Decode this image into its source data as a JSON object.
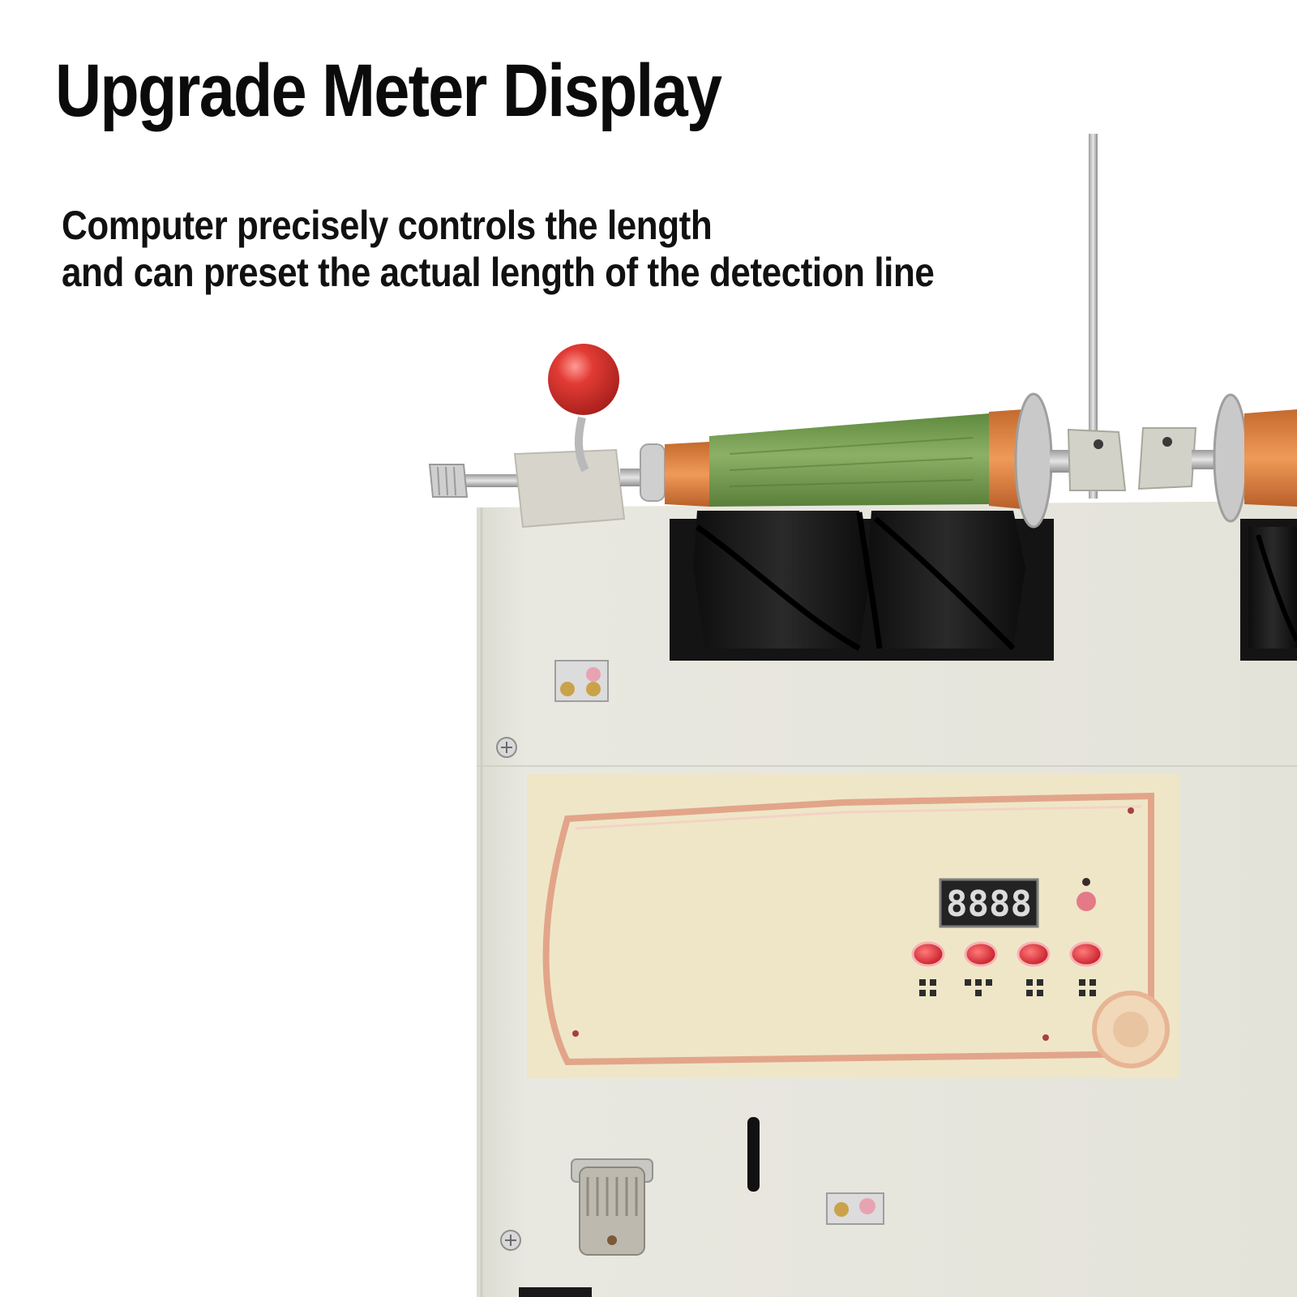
{
  "caption": {
    "title": "Upgrade Meter Display",
    "line1": "Computer precisely controls the length",
    "line2": "and can preset the actual length of the detection line"
  },
  "meter": {
    "readout": "8888"
  },
  "colors": {
    "thread": "#7ea356",
    "spool_end": "#e38a4a",
    "knob": "#e23b35",
    "machine_body": "#e9e8e0",
    "panel": "#efe6c6",
    "panel_trace": "#e2a58a",
    "roller": "#1a1a1a",
    "button": "#e0333a",
    "display_bg": "#232323"
  },
  "icons": {
    "knob": "red-ball-knob-icon",
    "screw": "phillips-screw-icon",
    "connector": "round-connector-icon"
  }
}
